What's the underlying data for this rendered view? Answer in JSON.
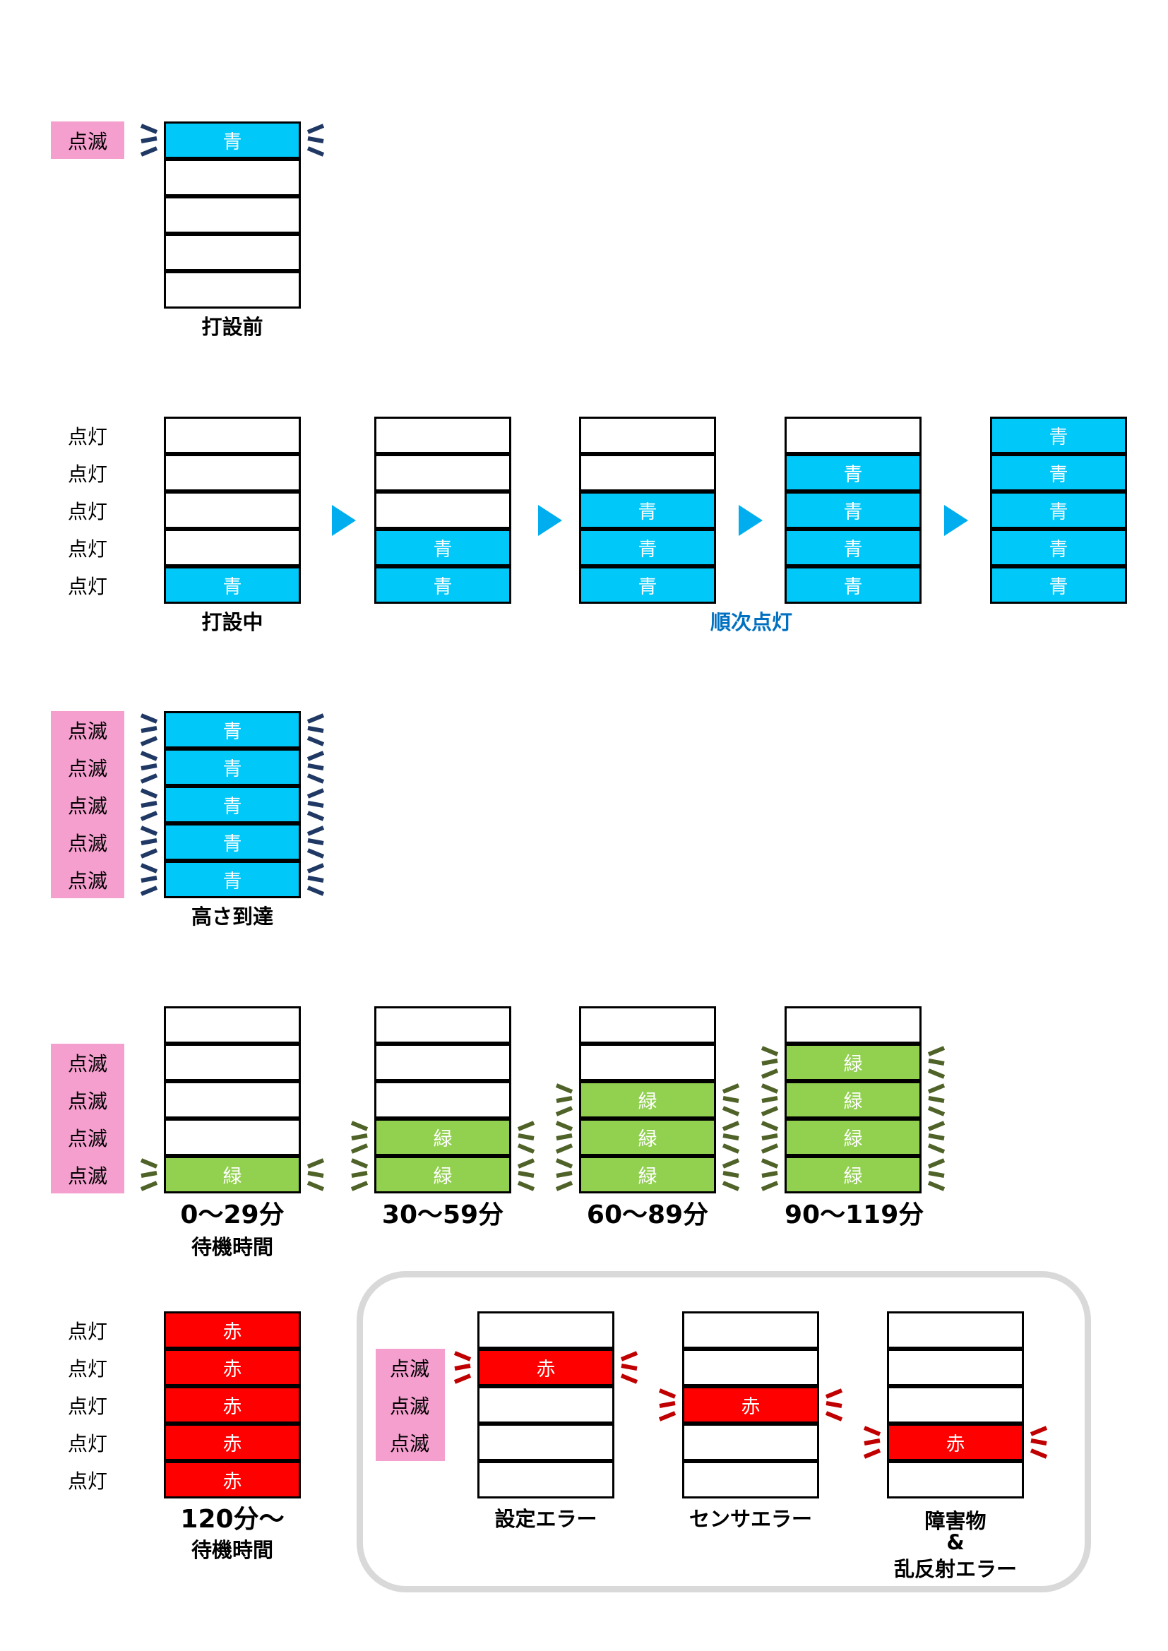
{
  "colors": {
    "blue": "#00c8f8",
    "green": "#92d050",
    "red": "#ff0000",
    "pink_label_bg": "#f59fcf",
    "arrow": "#00aeef",
    "blink_navy": "#1f3864",
    "blink_olive": "#4f6228",
    "blink_red": "#c00000",
    "sequential_caption": "#0070c0"
  },
  "words": {
    "blinking": "点滅",
    "lit": "点灯",
    "blue": "青",
    "green": "緑",
    "red": "赤"
  },
  "captions": {
    "before_pouring": "打設前",
    "pouring": "打設中",
    "sequential_lighting": "順次点灯",
    "height_reached": "高さ到達",
    "range_0_29": "0～29分",
    "range_30_59": "30～59分",
    "range_60_89": "60～89分",
    "range_90_119": "90～119分",
    "standby_time": "待機時間",
    "range_120_plus": "120分～",
    "standby_time_2": "待機時間",
    "setting_error": "設定エラー",
    "sensor_error": "センサエラー",
    "obstacle": "障害物",
    "ampersand": "&",
    "reflection_error": "乱反射エラー"
  },
  "stacks": [
    {
      "id": "before-pouring",
      "cells": [
        "blue",
        "off",
        "off",
        "off",
        "off"
      ],
      "blink": "top"
    },
    {
      "id": "pouring-1",
      "cells": [
        "off",
        "off",
        "off",
        "off",
        "blue"
      ]
    },
    {
      "id": "pouring-2",
      "cells": [
        "off",
        "off",
        "off",
        "blue",
        "blue"
      ]
    },
    {
      "id": "pouring-3",
      "cells": [
        "off",
        "off",
        "blue",
        "blue",
        "blue"
      ]
    },
    {
      "id": "pouring-4",
      "cells": [
        "off",
        "blue",
        "blue",
        "blue",
        "blue"
      ]
    },
    {
      "id": "pouring-5",
      "cells": [
        "blue",
        "blue",
        "blue",
        "blue",
        "blue"
      ]
    },
    {
      "id": "height-reached",
      "cells": [
        "blue",
        "blue",
        "blue",
        "blue",
        "blue"
      ],
      "blink": "all"
    },
    {
      "id": "standby-0-29",
      "cells": [
        "off",
        "off",
        "off",
        "off",
        "green"
      ],
      "blink": "lit"
    },
    {
      "id": "standby-30-59",
      "cells": [
        "off",
        "off",
        "off",
        "green",
        "green"
      ],
      "blink": "lit"
    },
    {
      "id": "standby-60-89",
      "cells": [
        "off",
        "off",
        "green",
        "green",
        "green"
      ],
      "blink": "lit"
    },
    {
      "id": "standby-90-119",
      "cells": [
        "off",
        "green",
        "green",
        "green",
        "green"
      ],
      "blink": "lit"
    },
    {
      "id": "standby-120",
      "cells": [
        "red",
        "red",
        "red",
        "red",
        "red"
      ]
    },
    {
      "id": "setting-error",
      "cells": [
        "off",
        "red",
        "off",
        "off",
        "off"
      ],
      "blink": "lit"
    },
    {
      "id": "sensor-error",
      "cells": [
        "off",
        "off",
        "red",
        "off",
        "off"
      ],
      "blink": "lit"
    },
    {
      "id": "obstacle-error",
      "cells": [
        "off",
        "off",
        "off",
        "red",
        "off"
      ],
      "blink": "lit"
    }
  ]
}
